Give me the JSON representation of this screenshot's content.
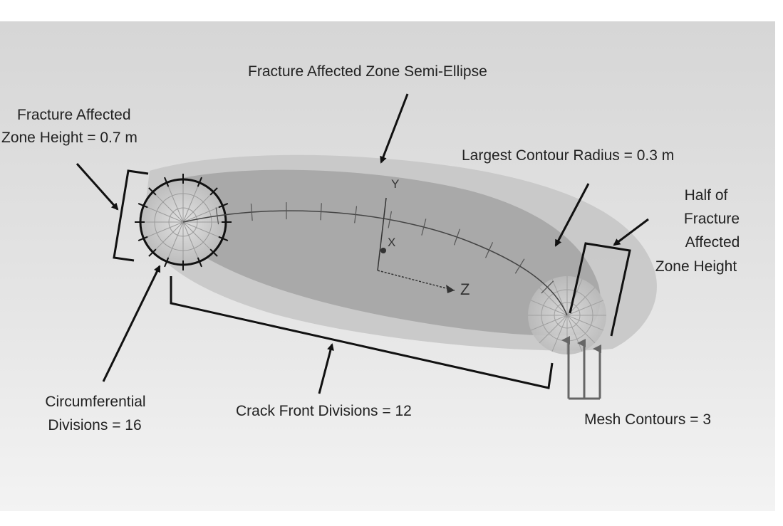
{
  "labels": {
    "semi_ellipse": "Fracture Affected Zone Semi-Ellipse",
    "zone_height_line1": "Fracture Affected",
    "zone_height_line2": "Zone Height = 0.7 m",
    "largest_contour": "Largest Contour Radius = 0.3 m",
    "half_height_line1": "Half of",
    "half_height_line2": "Fracture",
    "half_height_line3": "Affected",
    "half_height_line4": "Zone Height",
    "circumferential_line1": "Circumferential",
    "circumferential_line2": "Divisions = 16",
    "crack_front": "Crack Front Divisions = 12",
    "mesh_contours": "Mesh Contours = 3"
  },
  "axes": {
    "y": "Y",
    "x": "X",
    "z": "Z"
  },
  "parameters": {
    "circumferential_divisions": 16,
    "crack_front_divisions": 12,
    "mesh_contours": 3
  },
  "colors": {
    "background_top": "#d8d8d8",
    "background_bottom": "#f2f2f2",
    "outer_zone": "#c6c6c6",
    "inner_tube": "#a9a9a9",
    "callout": "#111111",
    "arrow": "#666666"
  }
}
